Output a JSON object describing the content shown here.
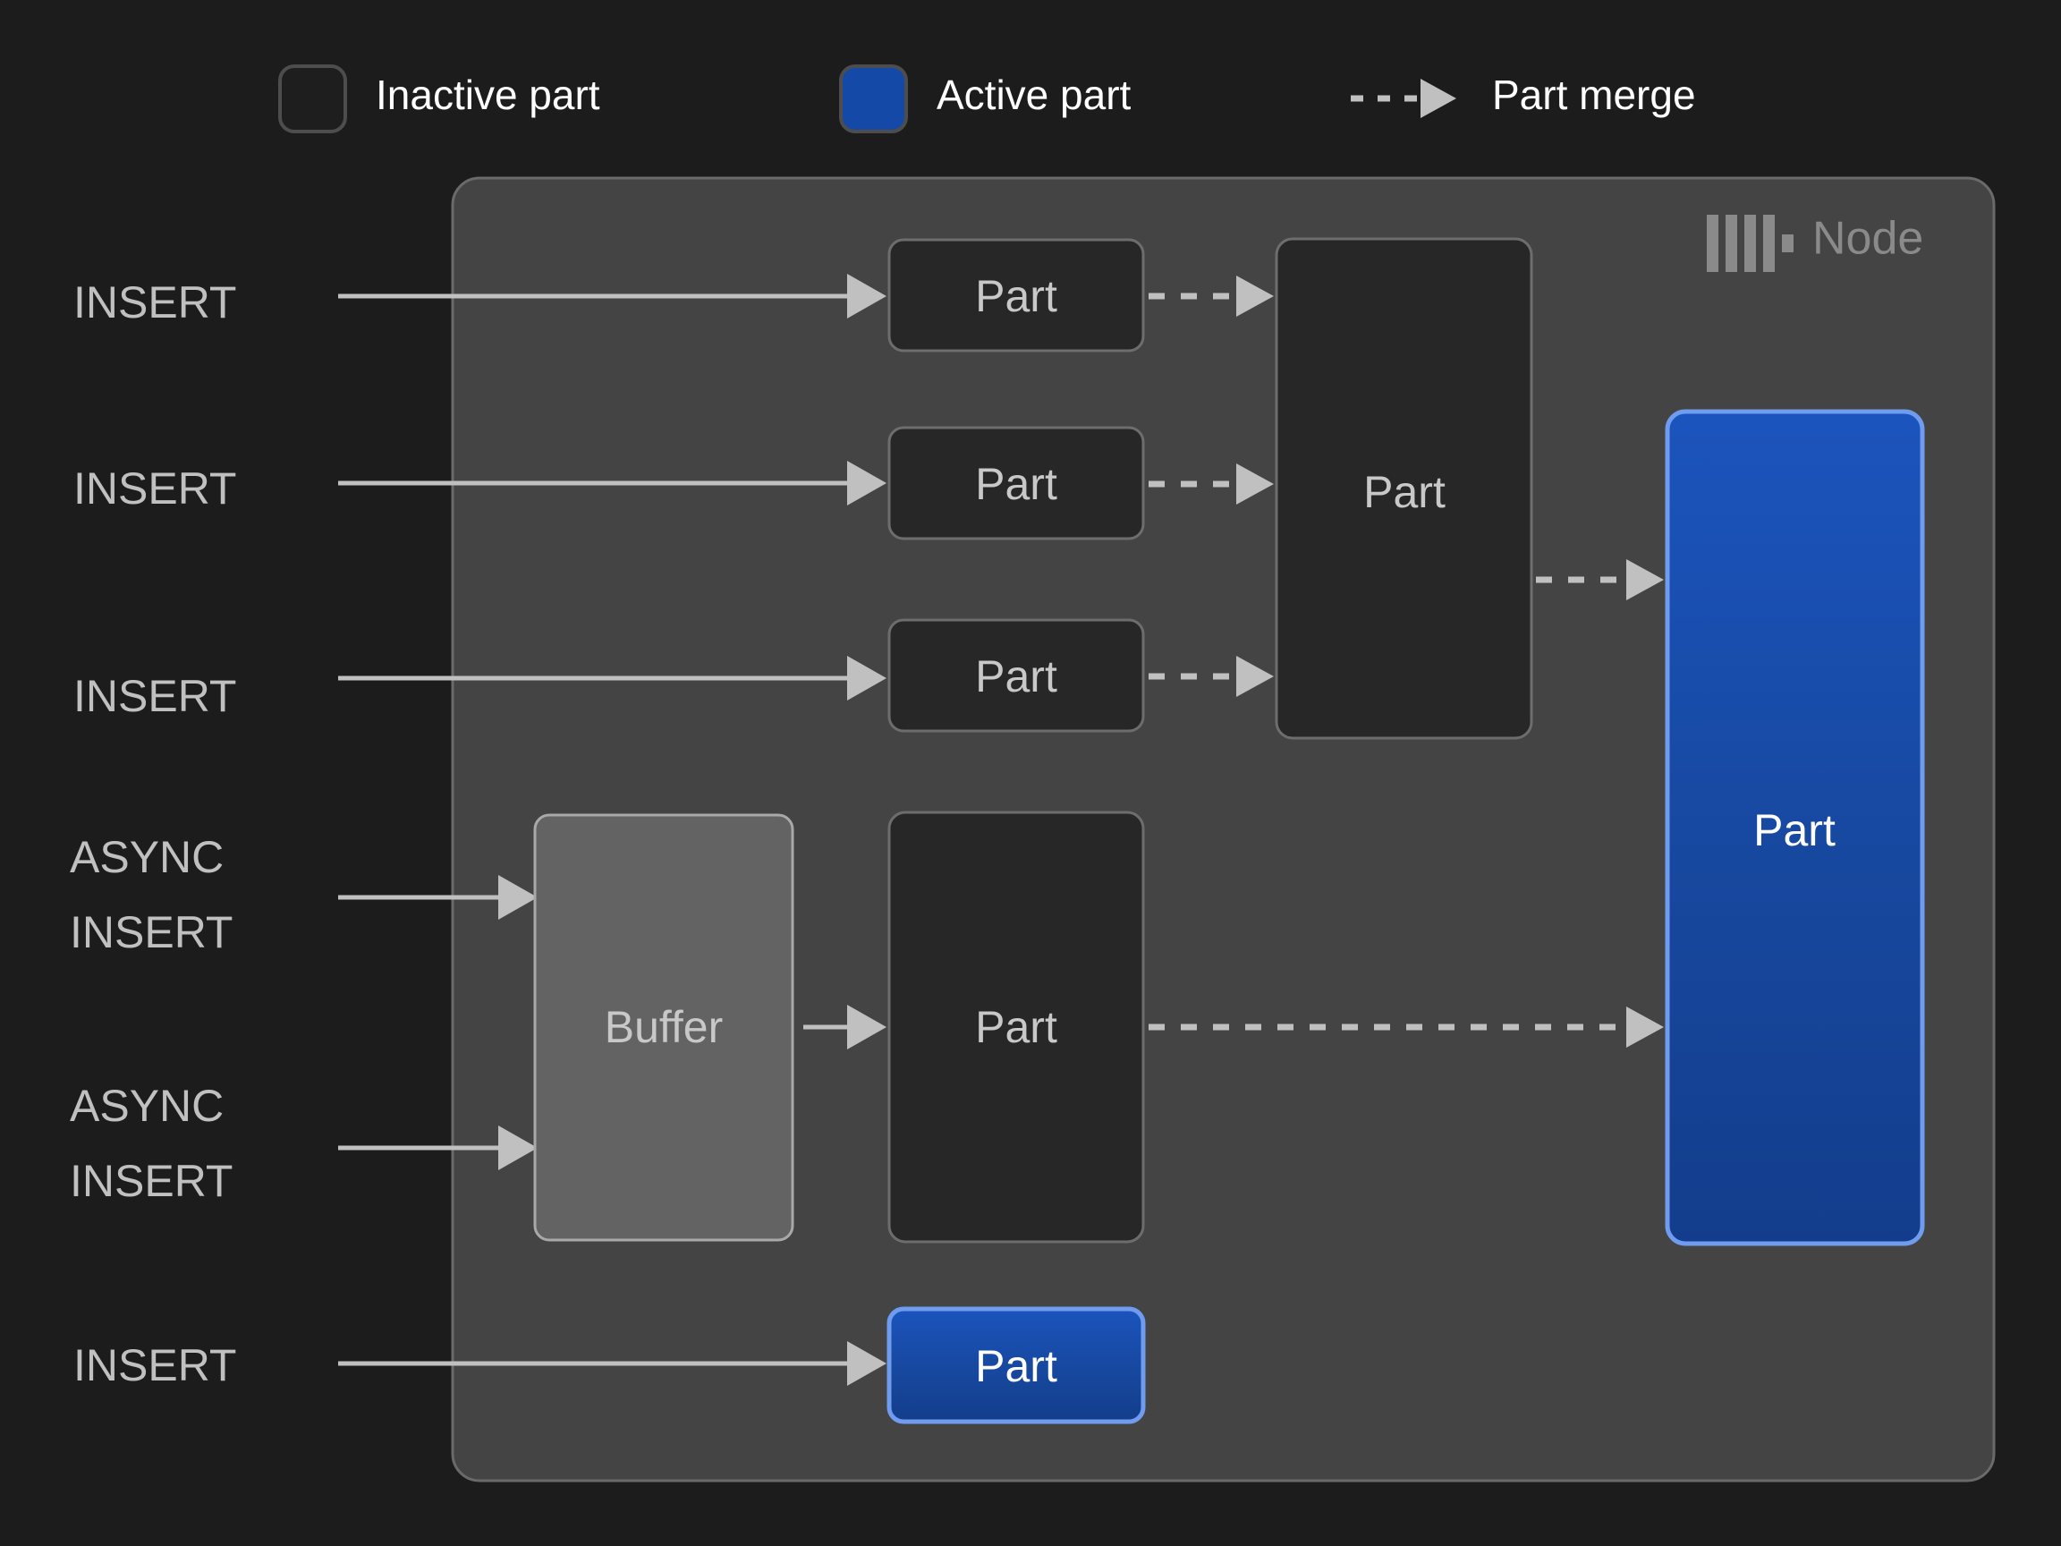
{
  "legend": {
    "items": [
      {
        "id": "inactive",
        "label": "Inactive part",
        "swatch": "inactive-part-swatch",
        "color": "#1e1e1e"
      },
      {
        "id": "active",
        "label": "Active part",
        "swatch": "active-part-swatch",
        "color": "#1449a8"
      },
      {
        "id": "merge",
        "label": "Part merge",
        "swatch": "dashed-arrow-icon",
        "color": "#c0c0c0"
      }
    ]
  },
  "container": {
    "title": "Node",
    "logo_icon": "clickhouse-logo-icon",
    "fill": "#444444",
    "border": "#6a6a6a"
  },
  "inputs": [
    {
      "id": "insert-1",
      "label": "INSERT"
    },
    {
      "id": "insert-2",
      "label": "INSERT"
    },
    {
      "id": "insert-3",
      "label": "INSERT"
    },
    {
      "id": "async-insert-1",
      "label_line1": "ASYNC",
      "label_line2": "INSERT"
    },
    {
      "id": "async-insert-2",
      "label_line1": "ASYNC",
      "label_line2": "INSERT"
    },
    {
      "id": "insert-4",
      "label": "INSERT"
    }
  ],
  "nodes": {
    "part_top_1": {
      "label": "Part",
      "state": "inactive"
    },
    "part_top_2": {
      "label": "Part",
      "state": "inactive"
    },
    "part_top_3": {
      "label": "Part",
      "state": "inactive"
    },
    "part_merged_mid": {
      "label": "Part",
      "state": "inactive"
    },
    "buffer": {
      "label": "Buffer",
      "state": "buffer"
    },
    "part_from_buffer": {
      "label": "Part",
      "state": "inactive"
    },
    "part_final": {
      "label": "Part",
      "state": "active"
    },
    "part_insert_direct": {
      "label": "Part",
      "state": "active"
    }
  },
  "colors": {
    "background": "#1c1c1c",
    "panel": "#444444",
    "inactive_fill": "#272727",
    "inactive_border": "#6d6d6d",
    "buffer_fill": "#636363",
    "active_fill": "#1548b0",
    "active_border": "#6f9cee",
    "line": "#c0c0c0",
    "text_primary": "#ffffff",
    "text_muted": "#c0c0c0",
    "node_title": "#8a8a8a"
  }
}
